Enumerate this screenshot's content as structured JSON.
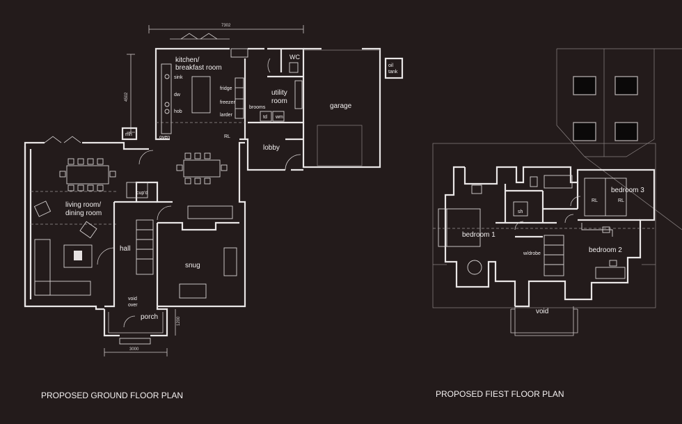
{
  "titles": {
    "ground": "PROPOSED GROUND FLOOR PLAN",
    "first": "PROPOSED FIEST FLOOR PLAN"
  },
  "dimensions": {
    "top_width": "7302",
    "side_height": "4502",
    "porch_width": "3000",
    "porch_depth": "1200"
  },
  "ground_rooms": {
    "kitchen": "kitchen/",
    "kitchen2": "breakfast room",
    "utility": "utility",
    "utility2": "room",
    "wc": "WC",
    "garage": "garage",
    "lobby": "lobby",
    "oil": "oil",
    "oil2": "tank",
    "living": "living room/",
    "living2": "dining room",
    "hall": "hall",
    "snug": "snug",
    "porch": "porch",
    "void": "void",
    "void2": "over",
    "mh": "mh",
    "cupd": "cup'd"
  },
  "ground_fittings": {
    "sink": "sink",
    "dw": "dw",
    "hob": "hob",
    "oven": "oven",
    "fridge": "fridge",
    "freezer": "freezer",
    "larder": "larder",
    "rl": "RL",
    "brooms": "brooms",
    "td": "td",
    "wm": "wm"
  },
  "first_rooms": {
    "bedroom1": "bedroom 1",
    "bedroom2": "bedroom 2",
    "bedroom3": "bedroom 3",
    "wdrobe": "w/drobe",
    "void": "void",
    "sh": "sh",
    "rl1": "RL",
    "rl2": "RL"
  }
}
